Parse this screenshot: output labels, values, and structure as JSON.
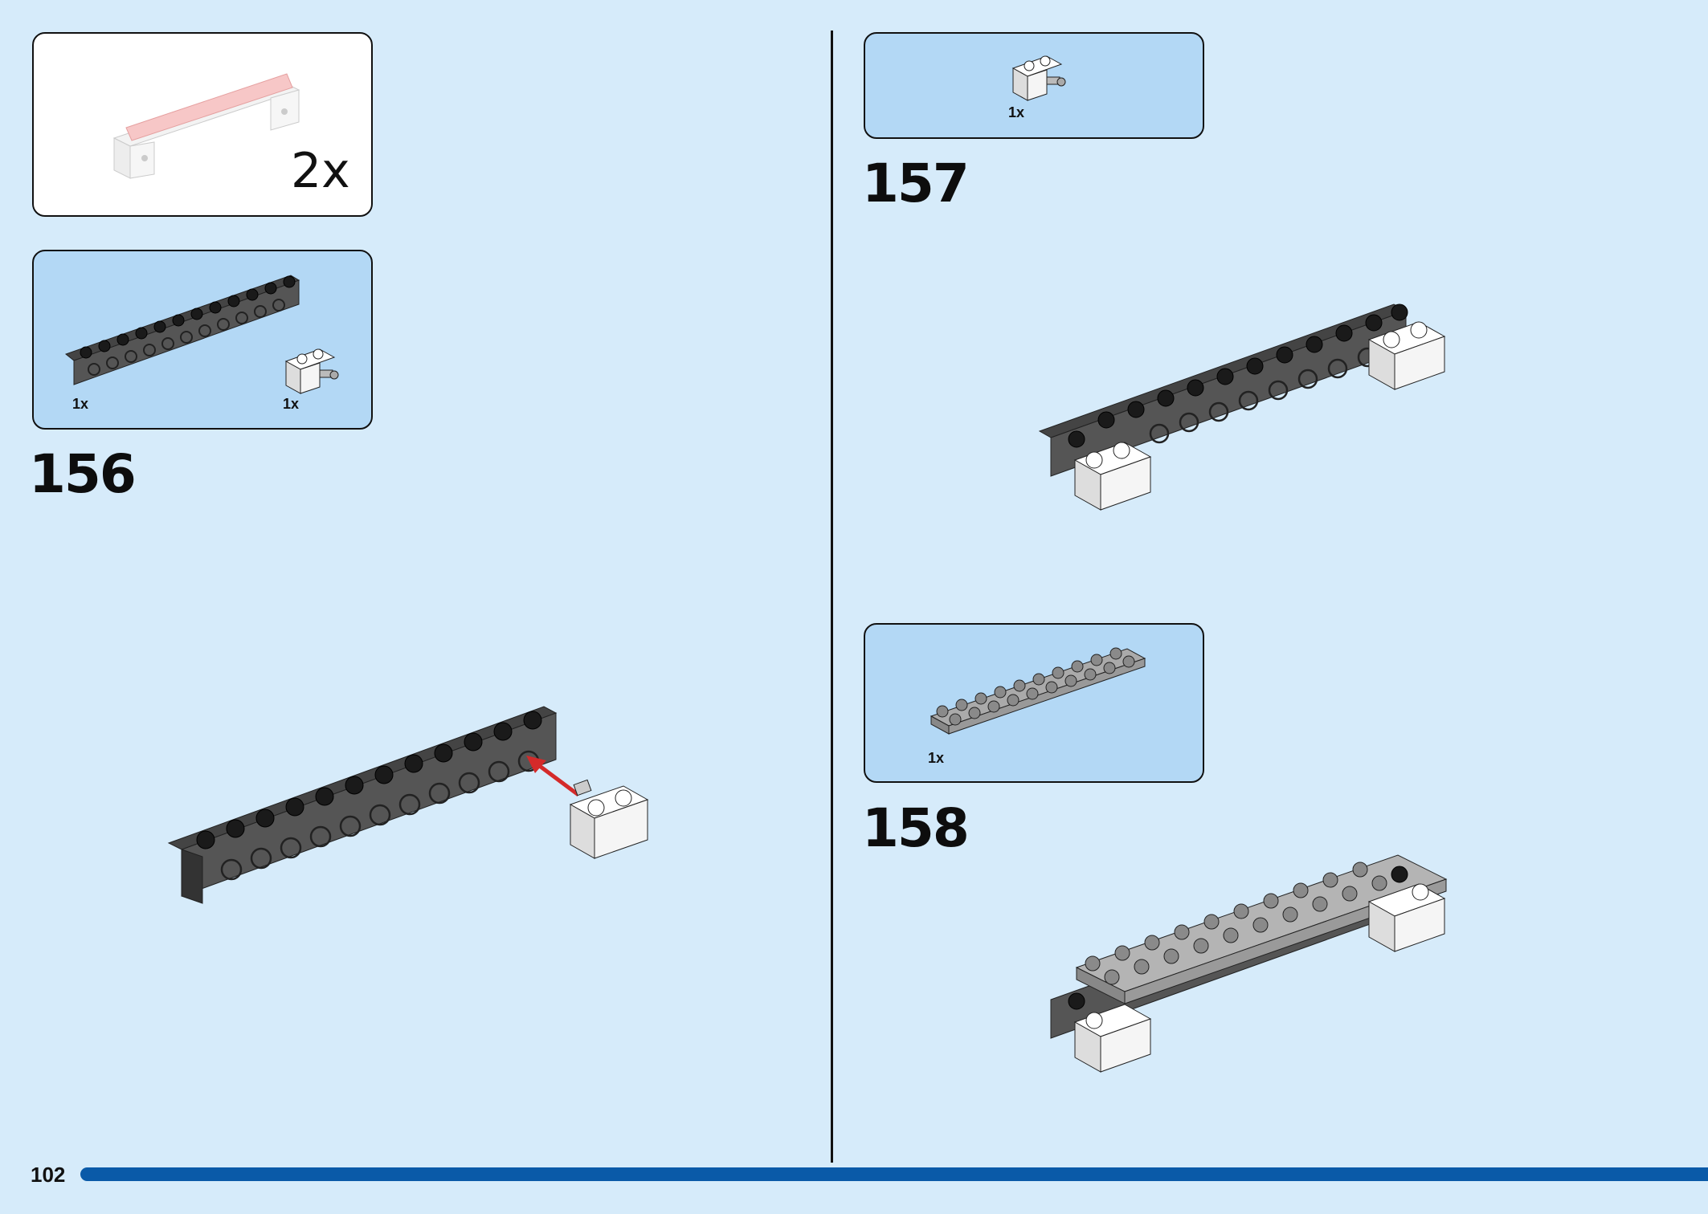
{
  "page": {
    "number": "102"
  },
  "colors": {
    "background": "#d6ebfa",
    "callout": "#b3d8f5",
    "progress": "#0a5aa8"
  },
  "submodel": {
    "multiplier": "2x"
  },
  "steps": [
    {
      "number": "156",
      "parts": [
        {
          "qty": "1x",
          "part": "dark-gray-technic-brick-1x12"
        },
        {
          "qty": "1x",
          "part": "white-brick-with-pin"
        }
      ]
    },
    {
      "number": "157",
      "parts": [
        {
          "qty": "1x",
          "part": "white-brick-with-pin"
        }
      ]
    },
    {
      "number": "158",
      "parts": [
        {
          "qty": "1x",
          "part": "light-gray-plate-2x10"
        }
      ]
    }
  ]
}
